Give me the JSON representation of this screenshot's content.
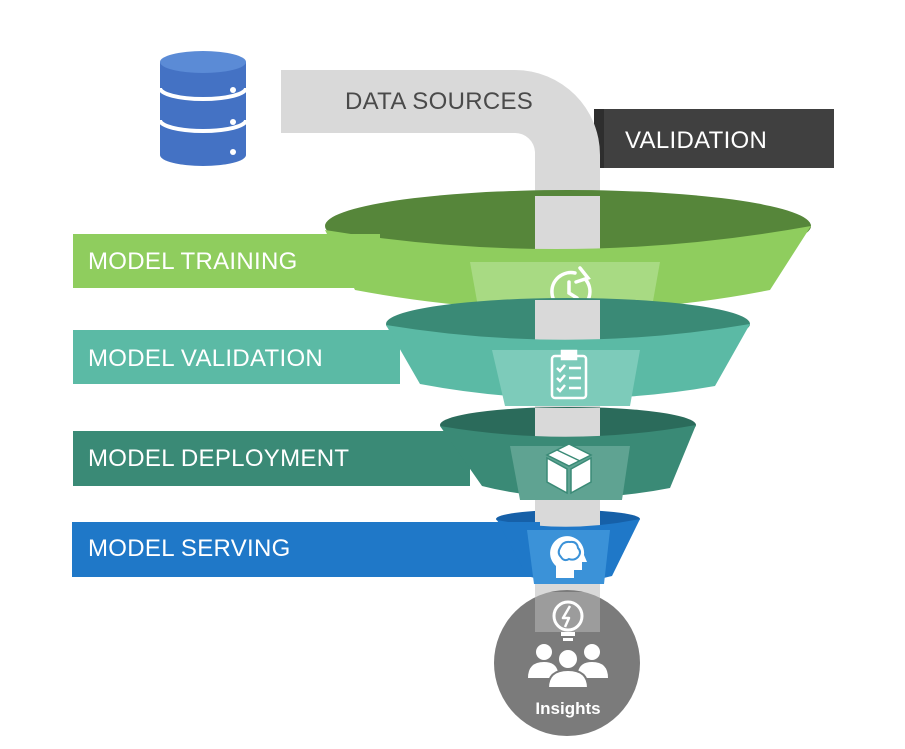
{
  "diagram": {
    "data_sources_label": "DATA SOURCES",
    "validation_label": "VALIDATION",
    "stages": [
      {
        "label": "MODEL TRAINING",
        "color": "#8fcd5e",
        "icon": "clock-refresh-icon"
      },
      {
        "label": "MODEL VALIDATION",
        "color": "#5bbaa5",
        "icon": "clipboard-checklist-icon"
      },
      {
        "label": "MODEL DEPLOYMENT",
        "color": "#3a8a76",
        "icon": "package-box-icon"
      },
      {
        "label": "MODEL SERVING",
        "color": "#1f78c8",
        "icon": "brain-head-icon"
      }
    ],
    "output_label": "Insights",
    "output_icons": [
      "lightbulb-icon",
      "people-group-icon"
    ],
    "database_icon": "database-icon",
    "colors": {
      "pipe": "#d9d9d9",
      "validation_bar": "#404040",
      "database": "#4472c4",
      "insights_circle": "#7b7b7b"
    }
  }
}
